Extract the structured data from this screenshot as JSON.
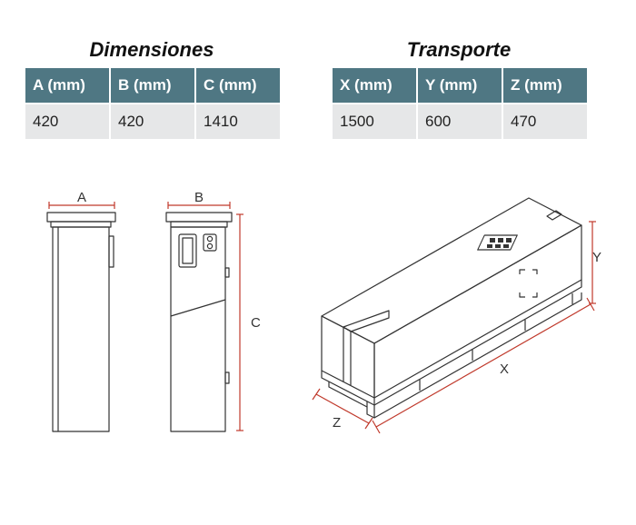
{
  "dimensiones": {
    "title": "Dimensiones",
    "headers": [
      "A (mm)",
      "B (mm)",
      "C (mm)"
    ],
    "values": [
      "420",
      "420",
      "1410"
    ]
  },
  "transporte": {
    "title": "Transporte",
    "headers": [
      "X (mm)",
      "Y (mm)",
      "Z (mm)"
    ],
    "values": [
      "1500",
      "600",
      "470"
    ]
  },
  "drawing_labels": {
    "a": "A",
    "b": "B",
    "c": "C",
    "x": "X",
    "y": "Y",
    "z": "Z"
  },
  "colors": {
    "header_bg": "#4f7783",
    "cell_bg": "#e6e7e8",
    "dimension_line": "#c0392b",
    "outline": "#333333"
  }
}
